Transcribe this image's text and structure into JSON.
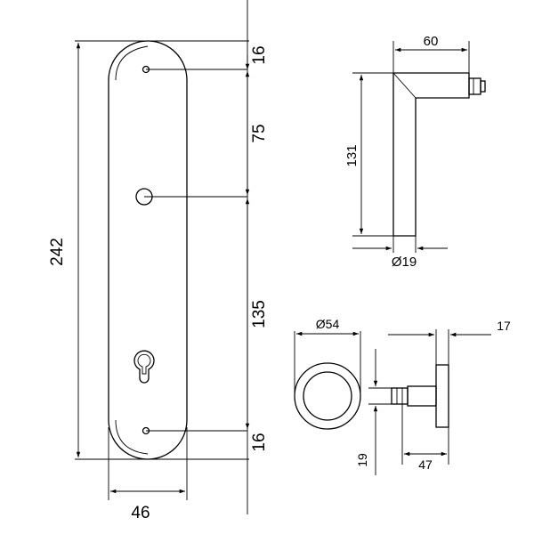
{
  "plate_view": {
    "height_total": "242",
    "width": "46",
    "top_to_spindle": "16",
    "spindle_to_key": "75",
    "key_to_bottom": "135",
    "bottom_hole": "16"
  },
  "handle_side_view": {
    "projection": "60",
    "height": "131",
    "diameter": "Ø19"
  },
  "rosette_front_view": {
    "diameter": "Ø54"
  },
  "rosette_side_view": {
    "rosette_thickness": "17",
    "spindle_width": "19",
    "depth": "47"
  }
}
